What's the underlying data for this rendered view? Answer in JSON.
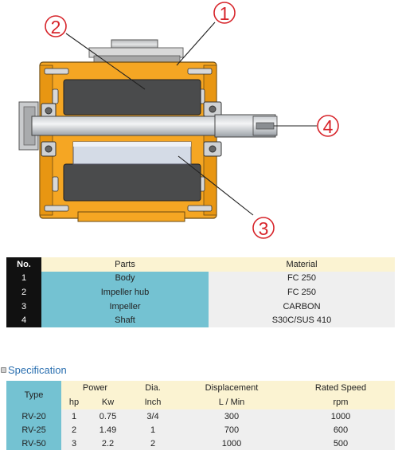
{
  "callouts": [
    "1",
    "2",
    "3",
    "4"
  ],
  "parts_table": {
    "headers": {
      "no": "No.",
      "parts": "Parts",
      "material": "Material"
    },
    "rows": [
      {
        "no": "1",
        "part": "Body",
        "material": "FC 250"
      },
      {
        "no": "2",
        "part": "Impeller hub",
        "material": "FC 250"
      },
      {
        "no": "3",
        "part": "Impeller",
        "material": "CARBON"
      },
      {
        "no": "4",
        "part": "Shaft",
        "material": "S30C/SUS 410"
      }
    ]
  },
  "specification": {
    "heading": "Specification",
    "headers": {
      "type": "Type",
      "power": "Power",
      "hp": "hp",
      "kw": "Kw",
      "dia": "Dia.",
      "inch": "Inch",
      "displacement": "Displacement",
      "l_min": "L / Min",
      "rated_speed": "Rated Speed",
      "rpm": "rpm"
    },
    "rows": [
      {
        "type": "RV-20",
        "hp": "1",
        "kw": "0.75",
        "inch": "3/4",
        "l_min": "300",
        "rpm": "1000"
      },
      {
        "type": "RV-25",
        "hp": "2",
        "kw": "1.49",
        "inch": "1",
        "l_min": "700",
        "rpm": "600"
      },
      {
        "type": "RV-50",
        "hp": "3",
        "kw": "2.2",
        "inch": "2",
        "l_min": "1000",
        "rpm": "500"
      }
    ]
  },
  "colors": {
    "body_orange": "#f5a623",
    "no_column": "#111111",
    "parts_column": "#74c2d2",
    "header_row": "#fbf3d2",
    "callout_red": "#d7252b",
    "heading_blue": "#2a6fb0"
  }
}
